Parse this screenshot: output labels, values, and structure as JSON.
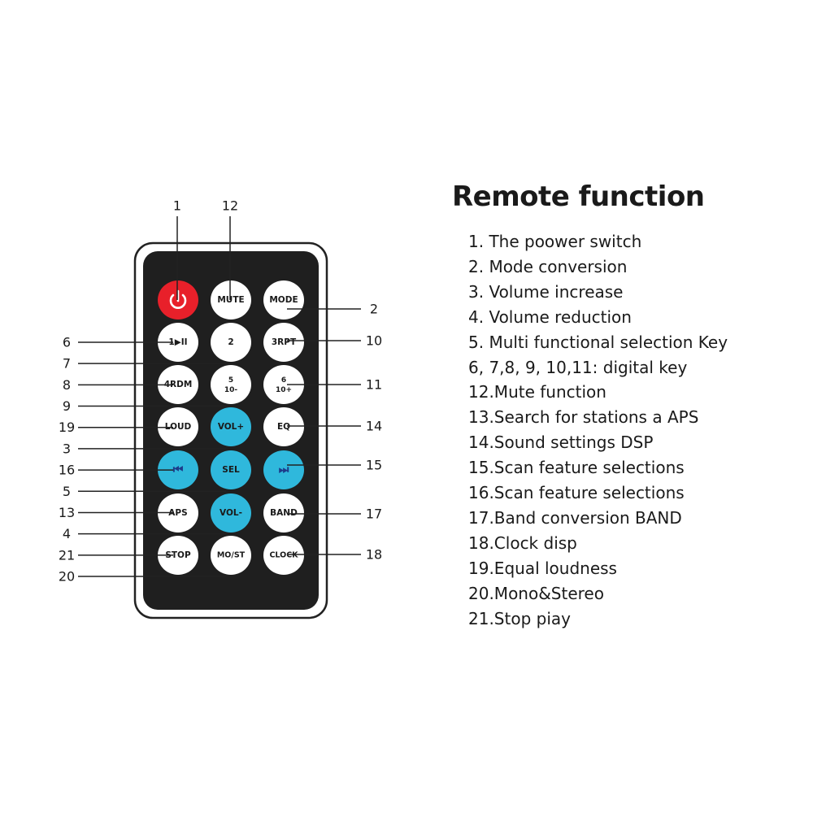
{
  "title": "Remote function",
  "functions": [
    "1. The poower switch",
    "2. Mode conversion",
    "3. Volume increase",
    "4. Volume reduction",
    "5. Multi functional selection Key",
    "6, 7,8, 9, 10,11: digital key",
    "12.Mute function",
    "13.Search for stations a APS",
    "14.Sound settings DSP",
    "15.Scan feature selections",
    "16.Scan feature selections",
    "17.Band conversion BAND",
    "18.Clock disp",
    "19.Equal loudness",
    "20.Mono&Stereo",
    "21.Stop piay"
  ],
  "remote": {
    "buttons": [
      {
        "id": "power",
        "label": "",
        "icon": "power-icon",
        "row": 0,
        "col": 0,
        "color": "red"
      },
      {
        "id": "mute",
        "label": "MUTE",
        "row": 0,
        "col": 1,
        "color": "white"
      },
      {
        "id": "mode",
        "label": "MODE",
        "row": 0,
        "col": 2,
        "color": "white"
      },
      {
        "id": "1",
        "label": "1▶II",
        "row": 1,
        "col": 0,
        "color": "white"
      },
      {
        "id": "2",
        "label": "2",
        "row": 1,
        "col": 1,
        "color": "white"
      },
      {
        "id": "3rpt",
        "label": "3RPT",
        "row": 1,
        "col": 2,
        "color": "white"
      },
      {
        "id": "4rdm",
        "label": "4RDM",
        "row": 2,
        "col": 0,
        "color": "white"
      },
      {
        "id": "5",
        "label": "5\n10-",
        "row": 2,
        "col": 1,
        "color": "white"
      },
      {
        "id": "6",
        "label": "6\n10+",
        "row": 2,
        "col": 2,
        "color": "white"
      },
      {
        "id": "loud",
        "label": "LOUD",
        "row": 3,
        "col": 0,
        "color": "white"
      },
      {
        "id": "vol-up",
        "label": "VOL+",
        "row": 3,
        "col": 1,
        "color": "blue"
      },
      {
        "id": "eq",
        "label": "EQ",
        "row": 3,
        "col": 2,
        "color": "white"
      },
      {
        "id": "prev",
        "label": "⏮",
        "row": 4,
        "col": 0,
        "color": "blue"
      },
      {
        "id": "sel",
        "label": "SEL",
        "row": 4,
        "col": 1,
        "color": "blue"
      },
      {
        "id": "next",
        "label": "⏭",
        "row": 4,
        "col": 2,
        "color": "blue"
      },
      {
        "id": "aps",
        "label": "APS",
        "row": 5,
        "col": 0,
        "color": "white"
      },
      {
        "id": "vol-down",
        "label": "VOL-",
        "row": 5,
        "col": 1,
        "color": "blue"
      },
      {
        "id": "band",
        "label": "BAND",
        "row": 5,
        "col": 2,
        "color": "white"
      },
      {
        "id": "stop",
        "label": "STOP",
        "row": 6,
        "col": 0,
        "color": "white"
      },
      {
        "id": "mo-st",
        "label": "MO/ST",
        "row": 6,
        "col": 1,
        "color": "white"
      },
      {
        "id": "clock",
        "label": "CLOCK",
        "row": 6,
        "col": 2,
        "color": "white"
      }
    ],
    "callouts_top": [
      {
        "num": "1",
        "target": "power"
      },
      {
        "num": "12",
        "target": "mute"
      }
    ],
    "callouts_left": [
      {
        "num": "6",
        "target": "1"
      },
      {
        "num": "7",
        "target": "2"
      },
      {
        "num": "8",
        "target": "4rdm"
      },
      {
        "num": "9",
        "target": "5"
      },
      {
        "num": "19",
        "target": "loud"
      },
      {
        "num": "3",
        "target": "vol-up"
      },
      {
        "num": "16",
        "target": "prev"
      },
      {
        "num": "5",
        "target": "sel"
      },
      {
        "num": "13",
        "target": "aps"
      },
      {
        "num": "4",
        "target": "vol-down"
      },
      {
        "num": "21",
        "target": "stop"
      },
      {
        "num": "20",
        "target": "mo-st"
      }
    ],
    "callouts_right": [
      {
        "num": "2",
        "target": "mode"
      },
      {
        "num": "10",
        "target": "3rpt"
      },
      {
        "num": "11",
        "target": "6"
      },
      {
        "num": "14",
        "target": "eq"
      },
      {
        "num": "15",
        "target": "next"
      },
      {
        "num": "17",
        "target": "band"
      },
      {
        "num": "18",
        "target": "clock"
      }
    ],
    "colors": {
      "body": "#1f1f1f",
      "outline": "#222222",
      "button_white": "#ffffff",
      "button_blue": "#2fb8dc",
      "button_red": "#e8202a",
      "text": "#1a1a1a"
    }
  }
}
